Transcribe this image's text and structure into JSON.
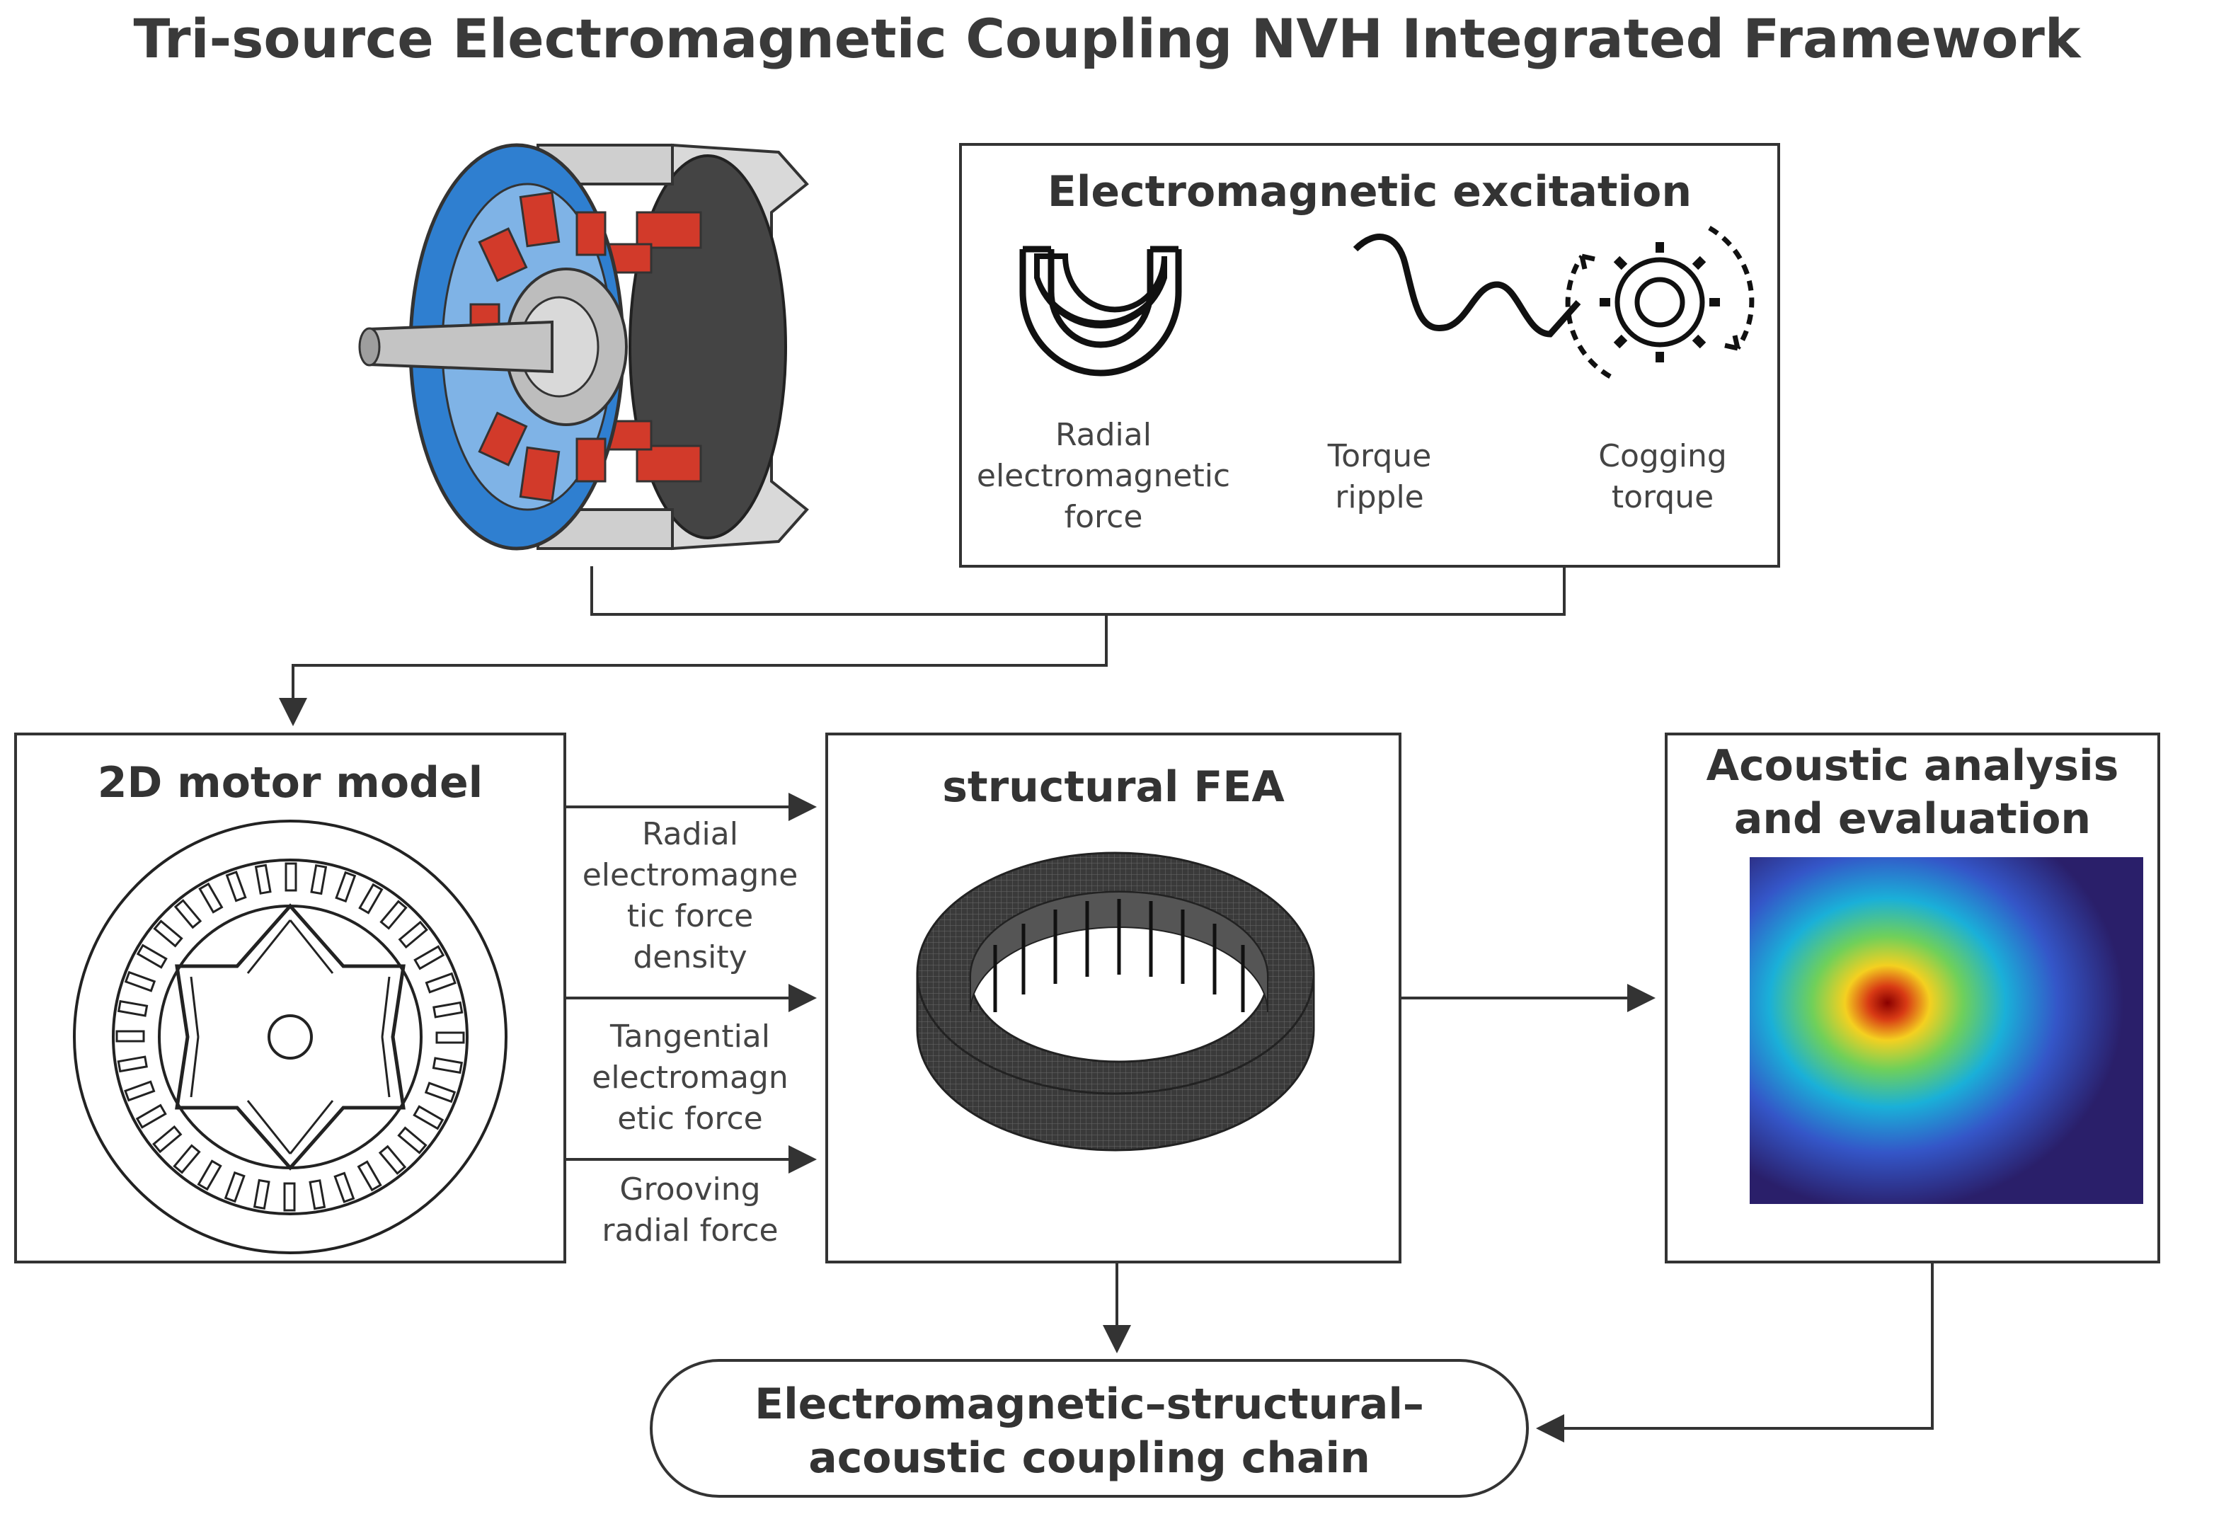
{
  "title": "Tri-source Electromagnetic Coupling NVH Integrated Framework",
  "excitation": {
    "title": "Electromagnetic excitation",
    "items": [
      {
        "label": "Radial\nelectromagnetic\nforce",
        "icon": "horseshoe-magnet-icon"
      },
      {
        "label": "Torque\nripple",
        "icon": "sine-wave-icon"
      },
      {
        "label": "Cogging\ntorque",
        "icon": "gear-rotation-icon"
      }
    ]
  },
  "motor_model": {
    "title": "2D motor model"
  },
  "fea": {
    "title": "structural FEA"
  },
  "acoustic": {
    "title": "Acoustic analysis\nand evaluation"
  },
  "connections": [
    {
      "label": "Radial\nelectromagne\ntic force\ndensity"
    },
    {
      "label": "Tangential\nelectromagn\netic force"
    },
    {
      "label": "Grooving\nradial force"
    }
  ],
  "chain": {
    "label": "Electromagnetic–structural–\nacoustic coupling chain"
  },
  "colors": {
    "stroke": "#333333",
    "motor_blue": "#2f7fd0",
    "coil_red": "#d23a2a",
    "heat_bg": "#2a1f6a"
  }
}
